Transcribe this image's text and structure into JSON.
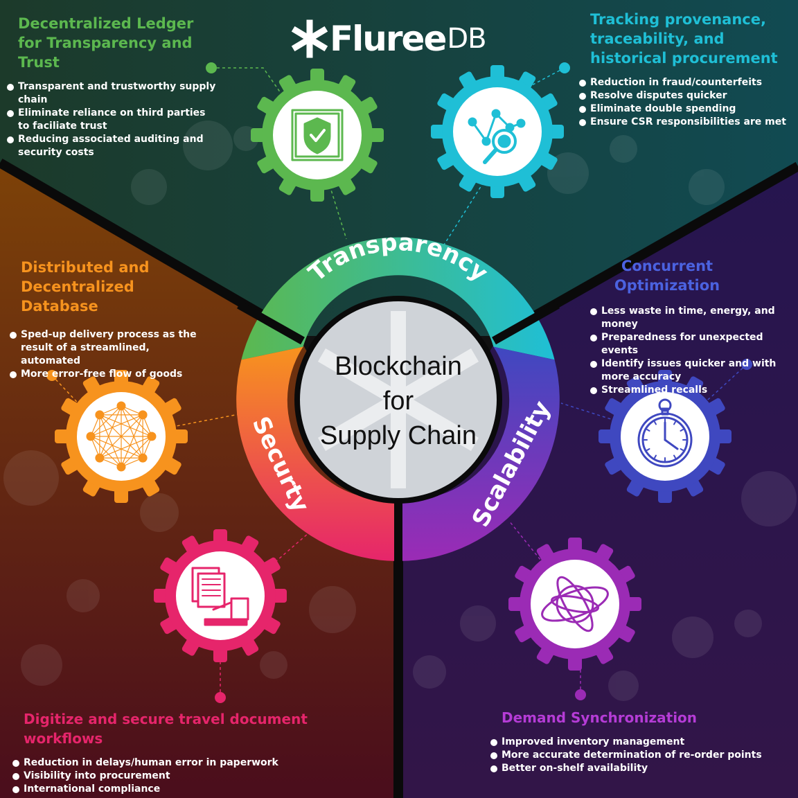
{
  "brand": {
    "name": "Fluree",
    "suffix": "DB"
  },
  "center": {
    "line1": "Blockchain",
    "line2": "for",
    "line3": "Supply Chain"
  },
  "ring_labels": {
    "top": "Transparency",
    "left": "Securty",
    "right": "Scalability"
  },
  "colors": {
    "green": "#5cb84f",
    "cyan": "#1fbfd6",
    "orange": "#f7931e",
    "pink": "#e6256b",
    "indigo": "#3f48c0",
    "purple": "#9b2bb5",
    "top_bg": "#173a33",
    "left_bg": "#7a3d0c",
    "right_bg": "#2a1a55"
  },
  "sections": {
    "ledger": {
      "title": "Decentralized Ledger for Transparency and Trust",
      "icon": "shield-check-icon",
      "bullets": [
        "Transparent and trustworthy supply chain",
        "Eliminate reliance on third parties to faciliate trust",
        "Reducing associated auditing and security costs"
      ]
    },
    "tracking": {
      "title": "Tracking provenance, traceability, and historical procurement",
      "icon": "magnifier-network-icon",
      "bullets": [
        "Reduction in fraud/counterfeits",
        "Resolve disputes quicker",
        "Eliminate double spending",
        "Ensure CSR responsibilities are met"
      ]
    },
    "distributed": {
      "title": "Distributed and Decentralized Database",
      "icon": "mesh-network-icon",
      "bullets": [
        "Sped-up delivery process as the result of a streamlined, automated",
        "More error-free flow of goods"
      ]
    },
    "concurrent": {
      "title": "Concurrent Optimization",
      "icon": "stopwatch-icon",
      "bullets": [
        "Less waste in time, energy, and money",
        "Preparedness for unexpected events",
        "Identify issues quicker and with more accuracy",
        "Streamlined recalls"
      ]
    },
    "documents": {
      "title": "Digitize and secure travel document workflows",
      "icon": "documents-laptop-icon",
      "bullets": [
        "Reduction in delays/human error in paperwork",
        "Visibility into procurement",
        "International compliance"
      ]
    },
    "demand": {
      "title": "Demand Synchronization",
      "icon": "orbit-sphere-icon",
      "bullets": [
        "Improved inventory management",
        "More accurate determination of re-order points",
        "Better on-shelf availability"
      ]
    }
  }
}
